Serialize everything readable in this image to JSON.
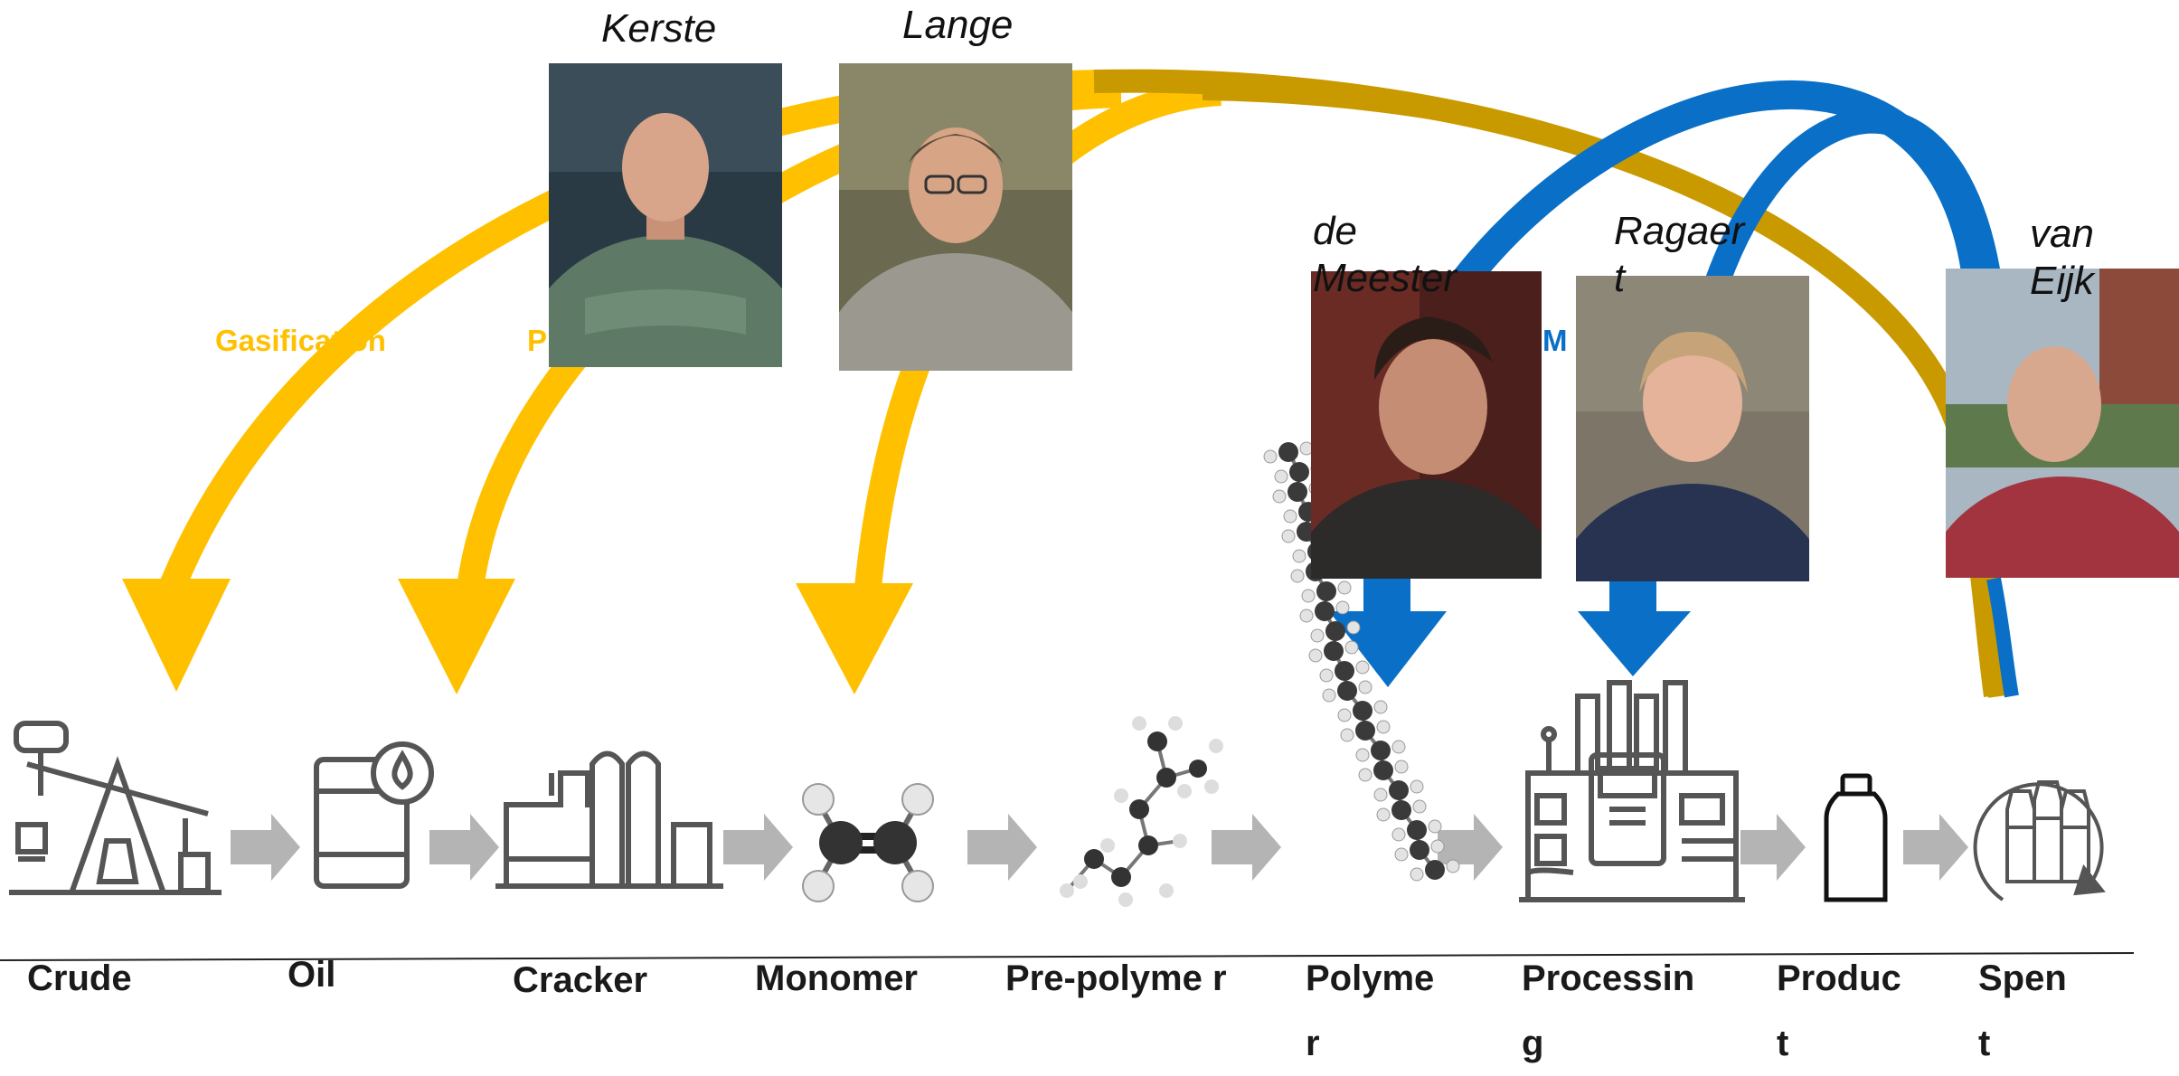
{
  "colors": {
    "gold": "#ffc000",
    "dark_gold": "#c99a00",
    "blue": "#0a6fc6",
    "chevron": "#b4b4b4",
    "icon_stroke": "#555555"
  },
  "people": [
    {
      "id": "kersten",
      "name": "Kerste"
    },
    {
      "id": "lange",
      "name": "Lange"
    },
    {
      "id": "de-meester",
      "name": "de Meester"
    },
    {
      "id": "ragaert",
      "name": "Ragaer t"
    },
    {
      "id": "van-eijk",
      "name": "van Eijk"
    }
  ],
  "processes": [
    {
      "id": "gasification",
      "label": "Gasification"
    },
    {
      "id": "pyrolysis",
      "label": "P"
    },
    {
      "id": "mechanical",
      "label": "M"
    }
  ],
  "stages": [
    {
      "id": "crude",
      "label": "Crude",
      "icon": "oil-pump-icon"
    },
    {
      "id": "oil",
      "label": "Oil",
      "icon": "oil-barrel-icon"
    },
    {
      "id": "cracker",
      "label": "Cracker",
      "icon": "cracker-plant-icon"
    },
    {
      "id": "monomer",
      "label": "Monomer",
      "icon": "ethylene-molecule-icon"
    },
    {
      "id": "pre-polymer",
      "label": "Pre-polyme r",
      "icon": "pre-polymer-molecule-icon"
    },
    {
      "id": "polymer",
      "label": "Polyme r",
      "icon": "polymer-chain-icon"
    },
    {
      "id": "processing",
      "label": "Processin g",
      "icon": "processing-factory-icon"
    },
    {
      "id": "product",
      "label": "Produc t",
      "icon": "bottle-icon"
    },
    {
      "id": "spent",
      "label": "Spen t",
      "icon": "recycled-bottles-icon"
    }
  ]
}
